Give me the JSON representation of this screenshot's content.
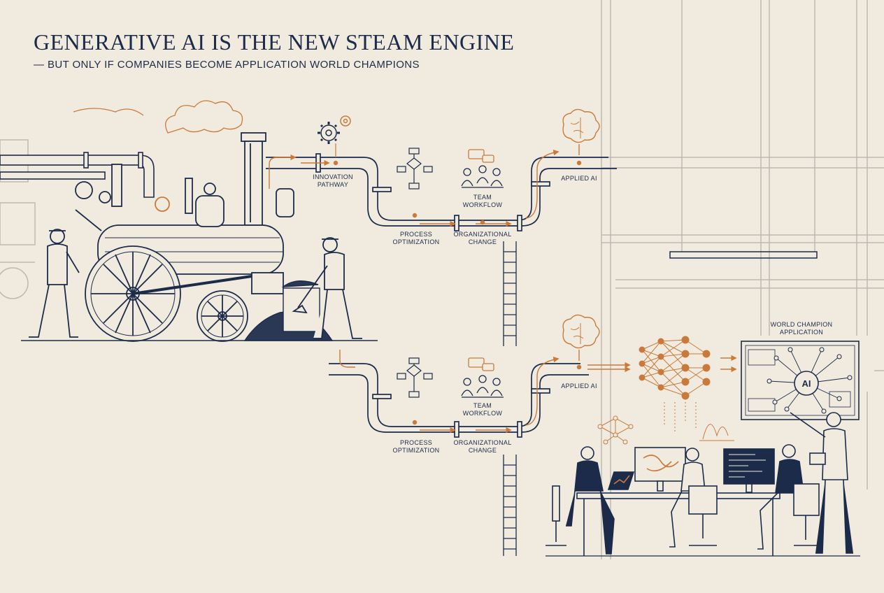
{
  "header": {
    "title": "GENERATIVE AI IS THE NEW STEAM ENGINE",
    "subtitle": "— BUT ONLY IF COMPANIES BECOME APPLICATION WORLD CHAMPIONS"
  },
  "pathway_top": {
    "innovation_1": "INNOVATION",
    "innovation_2": "PATHWAY",
    "process_1": "PROCESS",
    "process_2": "OPTIMIZATION",
    "team_1": "TEAM",
    "team_2": "WORKFLOW",
    "org_1": "ORGANIZATIONAL",
    "org_2": "CHANGE",
    "applied": "APPLIED AI"
  },
  "pathway_bottom": {
    "process_1": "PROCESS",
    "process_2": "OPTIMIZATION",
    "team_1": "TEAM",
    "team_2": "WORKFLOW",
    "org_1": "ORGANIZATIONAL",
    "org_2": "CHANGE",
    "applied": "APPLIED AI"
  },
  "champion": {
    "label_1": "WORLD CHAMPION",
    "label_2": "APPLICATION",
    "ai_badge": "AI"
  },
  "colors": {
    "ink": "#1c2b4a",
    "accent": "#c97a3a",
    "paper": "#f1ebdf",
    "line": "#b9b6b0"
  },
  "icons": [
    "gear-icon",
    "flowchart-icon",
    "team-icon",
    "brain-icon",
    "neural-network-icon",
    "ladder-icon"
  ]
}
